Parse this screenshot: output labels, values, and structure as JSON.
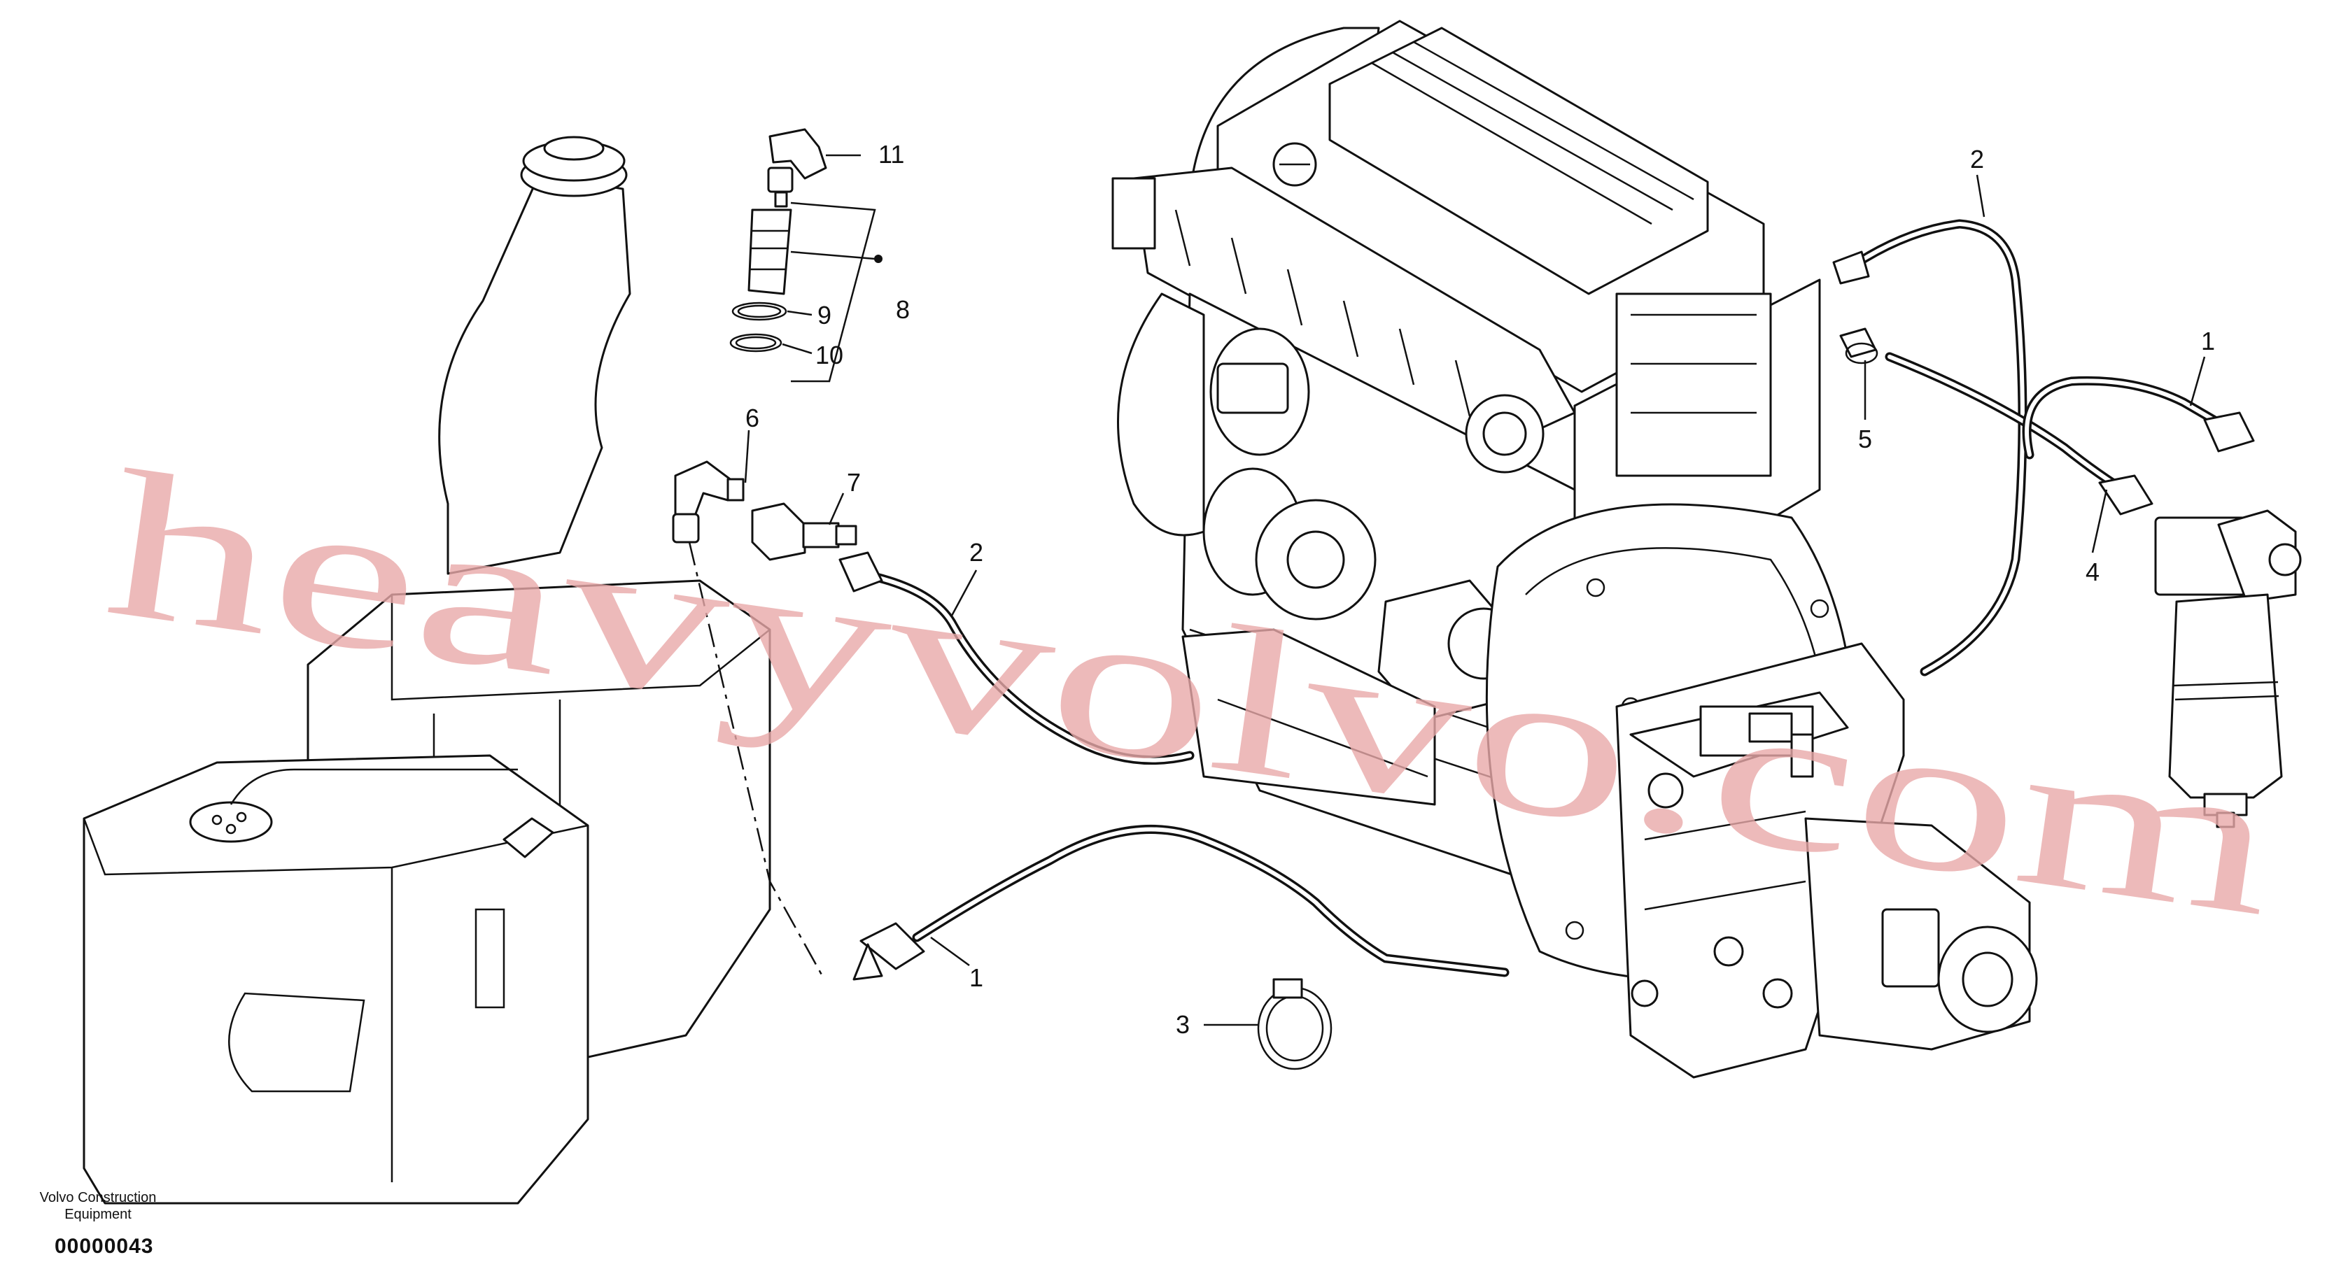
{
  "watermark": "heavyvolvo.com",
  "footer": {
    "brand": "Volvo Construction Equipment",
    "drawing_number": "00000043"
  },
  "callouts": {
    "c1a": "1",
    "c1b": "1",
    "c2a": "2",
    "c2b": "2",
    "c3": "3",
    "c4": "4",
    "c5": "5",
    "c6": "6",
    "c7": "7",
    "c8": "8",
    "c9": "9",
    "c10": "10",
    "c11": "11"
  }
}
